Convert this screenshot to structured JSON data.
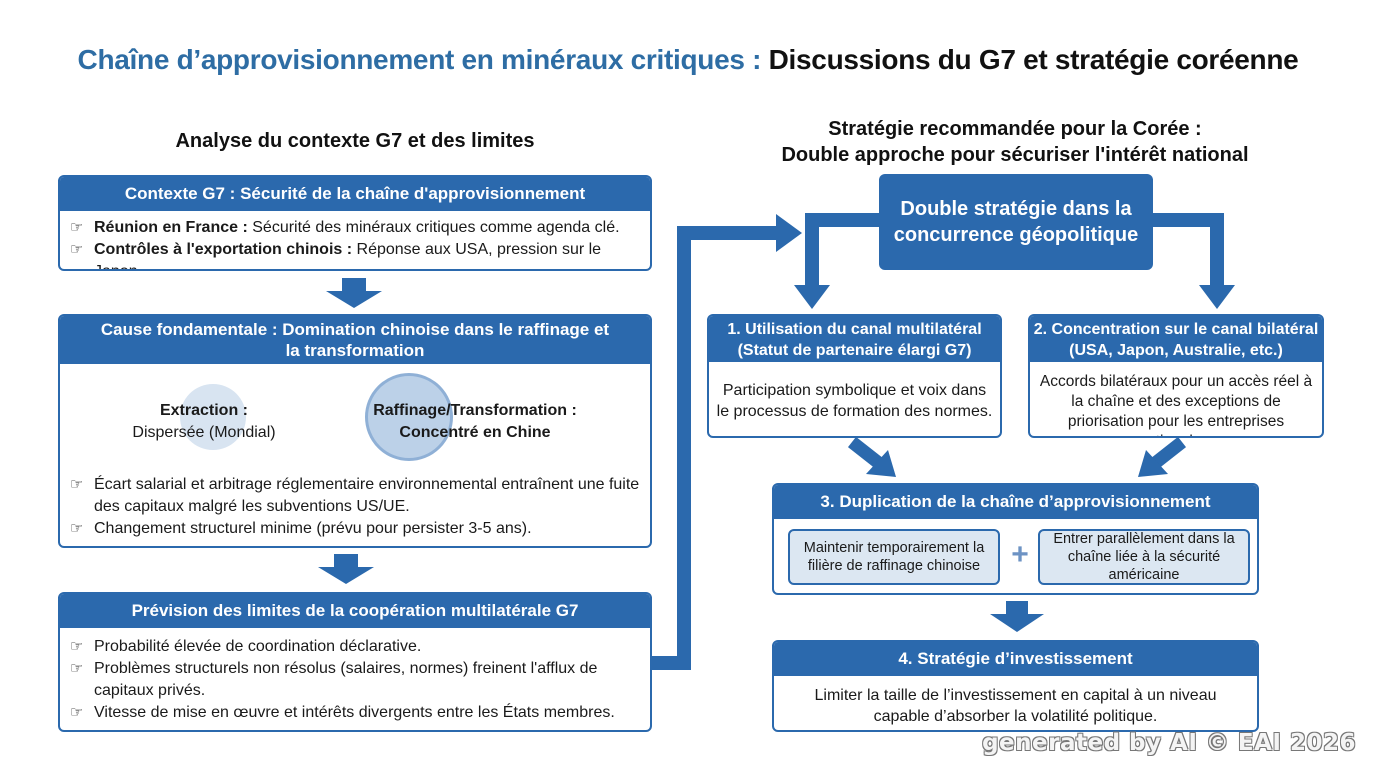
{
  "title": {
    "part1": "Chaîne d’approvisionnement en minéraux critiques : ",
    "part2": "Discussions du G7 et stratégie coréenne"
  },
  "left": {
    "heading": "Analyse du contexte G7 et des limites",
    "box1": {
      "header": "Contexte G7 : Sécurité de la chaîne d'approvisionnement",
      "bullets": [
        {
          "bold": "Réunion en France :",
          "text": " Sécurité des minéraux critiques comme agenda clé."
        },
        {
          "bold": "Contrôles à l'exportation chinois :",
          "text": " Réponse aux USA, pression sur le Japon."
        }
      ]
    },
    "box2": {
      "header": "Cause fondamentale : Domination chinoise dans le raffinage et la transformation",
      "extraction_label": "Extraction :",
      "extraction_value": "Dispersée (Mondial)",
      "refining_label": "Raffinage/Transformation :",
      "refining_value": "Concentré en Chine",
      "bullets": [
        "Écart salarial et arbitrage réglementaire environnemental entraînent une fuite des capitaux malgré les subventions US/UE.",
        "Changement structurel minime (prévu pour persister 3-5 ans)."
      ]
    },
    "box3": {
      "header": "Prévision des limites de la coopération multilatérale G7",
      "bullets": [
        "Probabilité élevée de coordination déclarative.",
        "Problèmes structurels non résolus (salaires, normes) freinent l'afflux de capitaux privés.",
        "Vitesse de mise en œuvre et intérêts divergents entre les États membres."
      ]
    }
  },
  "right": {
    "heading_line1": "Stratégie recommandée pour la Corée :",
    "heading_line2": "Double approche pour sécuriser l'intérêt national",
    "top_box": "Double stratégie dans la concurrence géopolitique",
    "box1": {
      "header": "1. Utilisation du canal multilatéral (Statut de partenaire élargi G7)",
      "body": "Participation symbolique et voix dans le processus de formation des normes."
    },
    "box2": {
      "header": "2. Concentration sur le canal bilatéral (USA, Japon, Australie, etc.)",
      "body": "Accords bilatéraux pour un accès réel à la chaîne et des exceptions de priorisation pour les entreprises nationales."
    },
    "box3": {
      "header": "3. Duplication de la chaîne d’approvisionnement",
      "left": "Maintenir temporairement la filière de raffinage chinoise",
      "plus": "+",
      "right": "Entrer parallèlement dans la chaîne liée à la sécurité américaine"
    },
    "box4": {
      "header": "4. Stratégie d’investissement",
      "body": "Limiter la taille de l’investissement en capital à un niveau capable d’absorber la volatilité politique."
    }
  },
  "icons": {
    "bullet": "pointing-hand-icon"
  },
  "colors": {
    "primary": "#2b69ad",
    "title_blue": "#2e6da4",
    "light": "#dce7f2"
  },
  "watermark": "generated by AI © EAI 2026"
}
